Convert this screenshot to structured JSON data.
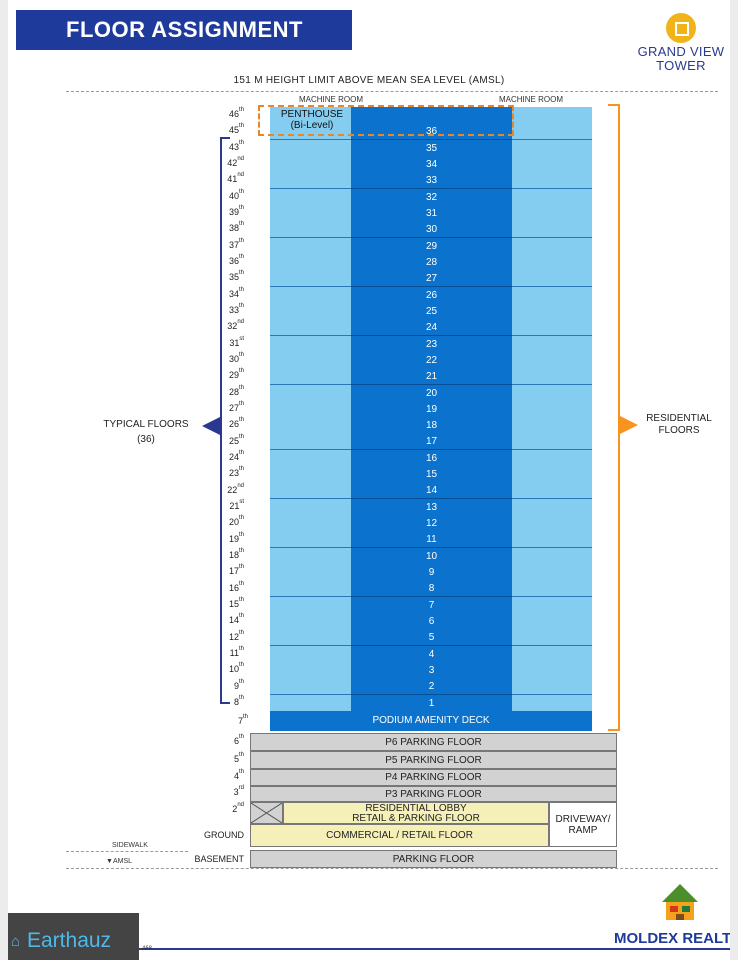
{
  "title": "FLOOR ASSIGNMENT",
  "brand": {
    "line1": "GRAND VIEW",
    "line2": "TOWER",
    "developer": "MOLDEX REALTY"
  },
  "height_limit": "151 M HEIGHT LIMIT ABOVE MEAN SEA LEVEL (AMSL)",
  "machine_room": "MACHINE ROOM",
  "penthouse": {
    "line1": "PENTHOUSE",
    "line2": "(Bi-Level)"
  },
  "typical": {
    "line1": "TYPICAL FLOORS",
    "line2": "(36)"
  },
  "residential": {
    "line1": "RESIDENTIAL",
    "line2": "FLOORS"
  },
  "floor_labels": [
    {
      "n": "46",
      "s": "th"
    },
    {
      "n": "45",
      "s": "th"
    },
    {
      "n": "43",
      "s": "th"
    },
    {
      "n": "42",
      "s": "nd"
    },
    {
      "n": "41",
      "s": "nd"
    },
    {
      "n": "40",
      "s": "th"
    },
    {
      "n": "39",
      "s": "th"
    },
    {
      "n": "38",
      "s": "th"
    },
    {
      "n": "37",
      "s": "th"
    },
    {
      "n": "36",
      "s": "th"
    },
    {
      "n": "35",
      "s": "th"
    },
    {
      "n": "34",
      "s": "th"
    },
    {
      "n": "33",
      "s": "th"
    },
    {
      "n": "32",
      "s": "nd"
    },
    {
      "n": "31",
      "s": "st"
    },
    {
      "n": "30",
      "s": "th"
    },
    {
      "n": "29",
      "s": "th"
    },
    {
      "n": "28",
      "s": "th"
    },
    {
      "n": "27",
      "s": "th"
    },
    {
      "n": "26",
      "s": "th"
    },
    {
      "n": "25",
      "s": "th"
    },
    {
      "n": "24",
      "s": "th"
    },
    {
      "n": "23",
      "s": "th"
    },
    {
      "n": "22",
      "s": "nd"
    },
    {
      "n": "21",
      "s": "st"
    },
    {
      "n": "20",
      "s": "th"
    },
    {
      "n": "19",
      "s": "th"
    },
    {
      "n": "18",
      "s": "th"
    },
    {
      "n": "17",
      "s": "th"
    },
    {
      "n": "16",
      "s": "th"
    },
    {
      "n": "15",
      "s": "th"
    },
    {
      "n": "14",
      "s": "th"
    },
    {
      "n": "12",
      "s": "th"
    },
    {
      "n": "11",
      "s": "th"
    },
    {
      "n": "10",
      "s": "th"
    },
    {
      "n": "9",
      "s": "th"
    },
    {
      "n": "8",
      "s": "th"
    }
  ],
  "tower_numbers": [
    "36",
    "35",
    "34",
    "33",
    "32",
    "31",
    "30",
    "29",
    "28",
    "27",
    "26",
    "25",
    "24",
    "23",
    "22",
    "21",
    "20",
    "19",
    "18",
    "17",
    "16",
    "15",
    "14",
    "13",
    "12",
    "11",
    "10",
    "9",
    "8",
    "7",
    "6",
    "5",
    "4",
    "3",
    "2",
    "1"
  ],
  "lower_floors": {
    "f7": {
      "n": "7",
      "s": "th"
    },
    "f6": {
      "n": "6",
      "s": "th"
    },
    "f5": {
      "n": "5",
      "s": "th"
    },
    "f4": {
      "n": "4",
      "s": "th"
    },
    "f3": {
      "n": "3",
      "s": "rd"
    },
    "f2": {
      "n": "2",
      "s": "nd"
    },
    "ground": "GROUND",
    "basement": "BASEMENT"
  },
  "podium": "PODIUM AMENITY DECK",
  "parking": {
    "p6": "P6 PARKING FLOOR",
    "p5": "P5 PARKING FLOOR",
    "p4": "P4 PARKING FLOOR",
    "p3": "P3 PARKING FLOOR",
    "basement": "PARKING FLOOR"
  },
  "lobby": {
    "line1": "RESIDENTIAL LOBBY",
    "line2": "RETAIL & PARKING FLOOR"
  },
  "commercial": "COMMERCIAL / RETAIL FLOOR",
  "driveway": {
    "line1": "DRIVEWAY/",
    "line2": "RAMP"
  },
  "sidewalk": "SIDEWALK",
  "amsl": "AMSL",
  "watermark": "Earthauz",
  "page_fragment": "468",
  "colors": {
    "navy": "#1e3a9a",
    "light_blue": "#85cdf0",
    "dark_blue": "#0b73cd",
    "orange": "#f7931e",
    "parking_gray": "#d2d2d2",
    "lobby_yellow": "#f4f0b8"
  }
}
